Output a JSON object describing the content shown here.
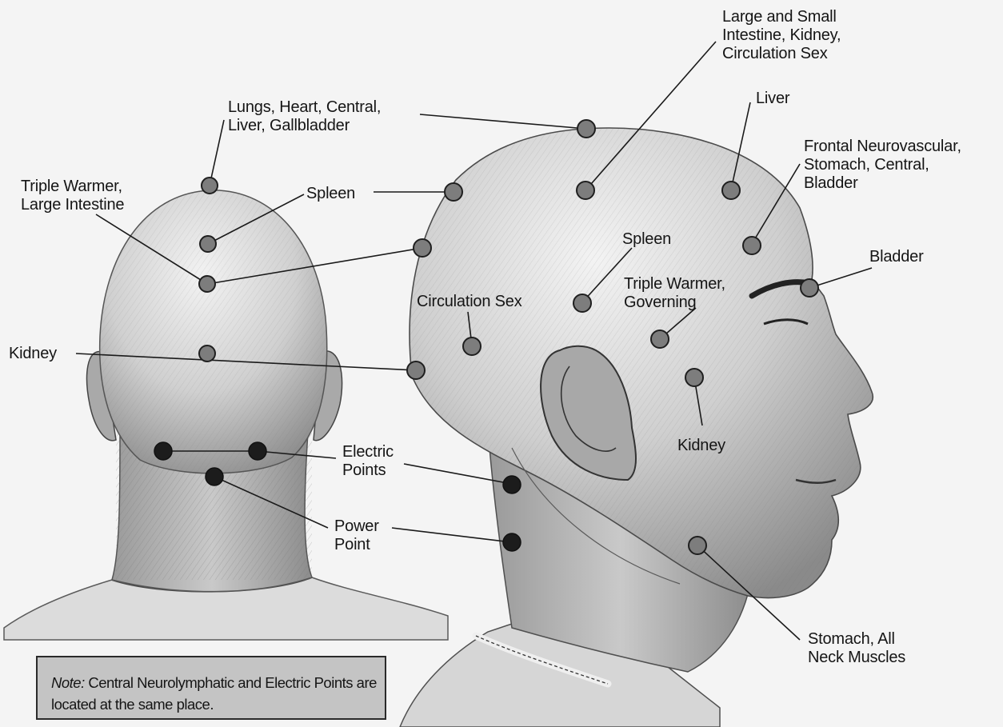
{
  "labels": {
    "lungs_heart": "Lungs, Heart, Central,\nLiver, Gallbladder",
    "large_small_intestine": "Large and Small\nIntestine, Kidney,\nCirculation Sex",
    "liver": "Liver",
    "frontal": "Frontal Neurovascular,\nStomach, Central,\nBladder",
    "triple_warmer_back": "Triple Warmer,\nLarge Intestine",
    "spleen_back": "Spleen",
    "spleen_side": "Spleen",
    "bladder": "Bladder",
    "circulation_sex": "Circulation Sex",
    "triple_warmer_governing": "Triple Warmer,\nGoverning",
    "kidney_back": "Kidney",
    "kidney_side": "Kidney",
    "electric_points": "Electric\nPoints",
    "power_point": "Power\nPoint",
    "stomach_neck": "Stomach, All\nNeck Muscles"
  },
  "note": {
    "prefix": "Note:",
    "text": " Central Neurolymphatic and Electric Points are located at the same place."
  },
  "colors": {
    "gray_point": "#7d7d7d",
    "black_point": "#1c1c1c",
    "note_background": "#c4c4c4"
  }
}
